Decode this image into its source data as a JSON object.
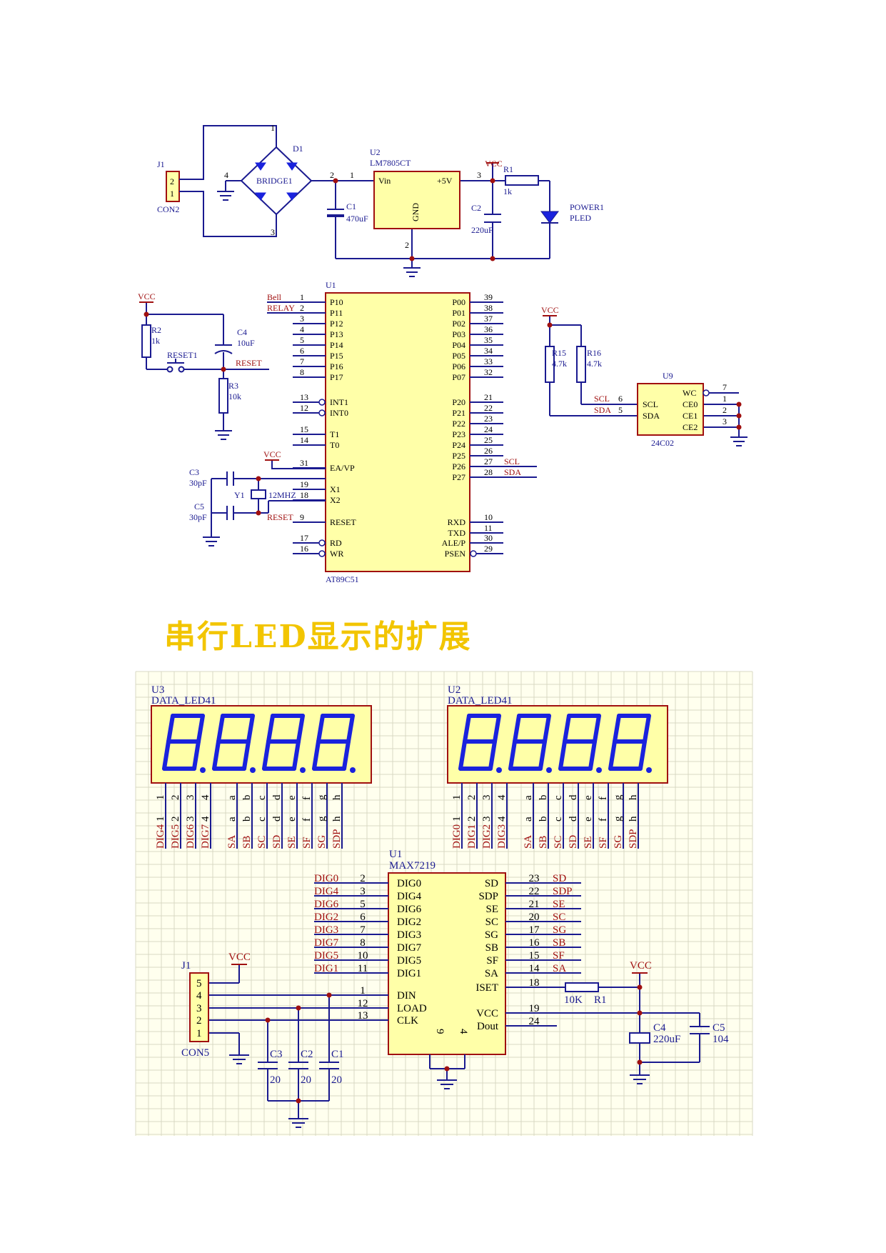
{
  "colors": {
    "wire": "#1a1a90",
    "red": "#a01010",
    "body": "#ffffa8",
    "grid": "#d8d8c4",
    "gridBg": "#ffffee",
    "digit": "#1a22dd",
    "heading": "#f2c500"
  },
  "heading": "串行LED显示的扩展",
  "top": {
    "j1": {
      "ref": "J1",
      "name": "CON2",
      "pins": [
        "2",
        "1"
      ]
    },
    "d1": {
      "ref": "D1",
      "name": "BRIDGE1",
      "pins": [
        "1",
        "2",
        "3",
        "4"
      ]
    },
    "u2": {
      "ref": "U2",
      "name": "LM7805CT",
      "vin": "Vin",
      "out": "+5V",
      "gnd": "GND",
      "pins": [
        "1",
        "2",
        "3"
      ]
    },
    "c1": {
      "ref": "C1",
      "value": "470uF"
    },
    "c2": {
      "ref": "C2",
      "value": "220uF"
    },
    "r1": {
      "ref": "R1",
      "value": "1k"
    },
    "led": {
      "ref": "POWER1",
      "name": "PLED"
    },
    "vcc": "VCC"
  },
  "mcu": {
    "ref": "U1",
    "name": "AT89C51",
    "left_pins": [
      {
        "num": "1",
        "name": "P10",
        "net": "Bell"
      },
      {
        "num": "2",
        "name": "P11",
        "net": "RELAY"
      },
      {
        "num": "3",
        "name": "P12",
        "net": ""
      },
      {
        "num": "4",
        "name": "P13",
        "net": ""
      },
      {
        "num": "5",
        "name": "P14",
        "net": ""
      },
      {
        "num": "6",
        "name": "P15",
        "net": ""
      },
      {
        "num": "7",
        "name": "P16",
        "net": ""
      },
      {
        "num": "8",
        "name": "P17",
        "net": ""
      },
      {
        "num": "13",
        "name": "INT1",
        "net": ""
      },
      {
        "num": "12",
        "name": "INT0",
        "net": ""
      },
      {
        "num": "15",
        "name": "T1",
        "net": ""
      },
      {
        "num": "14",
        "name": "T0",
        "net": ""
      },
      {
        "num": "31",
        "name": "EA/VP",
        "net": ""
      },
      {
        "num": "19",
        "name": "X1",
        "net": ""
      },
      {
        "num": "18",
        "name": "X2",
        "net": ""
      },
      {
        "num": "9",
        "name": "RESET",
        "net": "RESET"
      },
      {
        "num": "17",
        "name": "RD",
        "net": ""
      },
      {
        "num": "16",
        "name": "WR",
        "net": ""
      }
    ],
    "right_pins": [
      {
        "num": "39",
        "name": "P00",
        "net": ""
      },
      {
        "num": "38",
        "name": "P01",
        "net": ""
      },
      {
        "num": "37",
        "name": "P02",
        "net": ""
      },
      {
        "num": "36",
        "name": "P03",
        "net": ""
      },
      {
        "num": "35",
        "name": "P04",
        "net": ""
      },
      {
        "num": "34",
        "name": "P05",
        "net": ""
      },
      {
        "num": "33",
        "name": "P06",
        "net": ""
      },
      {
        "num": "32",
        "name": "P07",
        "net": ""
      },
      {
        "num": "21",
        "name": "P20",
        "net": ""
      },
      {
        "num": "22",
        "name": "P21",
        "net": ""
      },
      {
        "num": "23",
        "name": "P22",
        "net": ""
      },
      {
        "num": "24",
        "name": "P23",
        "net": ""
      },
      {
        "num": "25",
        "name": "P24",
        "net": ""
      },
      {
        "num": "26",
        "name": "P25",
        "net": ""
      },
      {
        "num": "27",
        "name": "P26",
        "net": "SCL"
      },
      {
        "num": "28",
        "name": "P27",
        "net": "SDA"
      },
      {
        "num": "10",
        "name": "RXD",
        "net": ""
      },
      {
        "num": "11",
        "name": "TXD",
        "net": ""
      },
      {
        "num": "30",
        "name": "ALE/P",
        "net": ""
      },
      {
        "num": "29",
        "name": "PSEN",
        "net": ""
      }
    ],
    "reset": {
      "r2": {
        "ref": "R2",
        "value": "1k"
      },
      "c4": {
        "ref": "C4",
        "value": "10uF"
      },
      "sw": "RESET1",
      "net": "RESET",
      "r3": {
        "ref": "R3",
        "value": "10k"
      },
      "vcc": "VCC"
    },
    "osc": {
      "c3": {
        "ref": "C3",
        "value": "30pF"
      },
      "c5": {
        "ref": "C5",
        "value": "30pF"
      },
      "y1": {
        "ref": "Y1",
        "value": "12MHZ"
      }
    }
  },
  "eeprom": {
    "ref": "U9",
    "name": "24C02",
    "r15": {
      "ref": "R15",
      "value": "4.7k"
    },
    "r16": {
      "ref": "R16",
      "value": "4.7k"
    },
    "vcc": "VCC",
    "left_pins": [
      {
        "num": "6",
        "name": "SCL",
        "net": "SCL"
      },
      {
        "num": "5",
        "name": "SDA",
        "net": "SDA"
      }
    ],
    "right_pins": [
      {
        "num": "7",
        "name": "WC"
      },
      {
        "num": "1",
        "name": "CE0"
      },
      {
        "num": "2",
        "name": "CE1"
      },
      {
        "num": "3",
        "name": "CE2"
      }
    ]
  },
  "bottom": {
    "u3": {
      "ref": "U3",
      "name": "DATA_LED41",
      "pins": [
        "1",
        "2",
        "3",
        "4",
        "a",
        "b",
        "c",
        "d",
        "e",
        "f",
        "g",
        "h"
      ],
      "nets": [
        "DIG4",
        "DIG5",
        "DIG6",
        "DIG7",
        "SA",
        "SB",
        "SC",
        "SD",
        "SE",
        "SF",
        "SG",
        "SDP"
      ]
    },
    "u2": {
      "ref": "U2",
      "name": "DATA_LED41",
      "pins": [
        "1",
        "2",
        "3",
        "4",
        "a",
        "b",
        "c",
        "d",
        "e",
        "f",
        "g",
        "h"
      ],
      "nets": [
        "DIG0",
        "DIG1",
        "DIG2",
        "DIG3",
        "SA",
        "SB",
        "SC",
        "SD",
        "SE",
        "SF",
        "SG",
        "SDP"
      ]
    },
    "driver": {
      "ref": "U1",
      "name": "MAX7219",
      "left": [
        {
          "net": "DIG0",
          "num": "2",
          "name": "DIG0"
        },
        {
          "net": "DIG4",
          "num": "3",
          "name": "DIG4"
        },
        {
          "net": "DIG6",
          "num": "5",
          "name": "DIG6"
        },
        {
          "net": "DIG2",
          "num": "6",
          "name": "DIG2"
        },
        {
          "net": "DIG3",
          "num": "7",
          "name": "DIG3"
        },
        {
          "net": "DIG7",
          "num": "8",
          "name": "DIG7"
        },
        {
          "net": "DIG5",
          "num": "10",
          "name": "DIG5"
        },
        {
          "net": "DIG1",
          "num": "11",
          "name": "DIG1"
        },
        {
          "net": "",
          "num": "1",
          "name": "DIN"
        },
        {
          "net": "",
          "num": "12",
          "name": "LOAD"
        },
        {
          "net": "",
          "num": "13",
          "name": "CLK"
        }
      ],
      "right": [
        {
          "name": "SD",
          "num": "23",
          "net": "SD"
        },
        {
          "name": "SDP",
          "num": "22",
          "net": "SDP"
        },
        {
          "name": "SE",
          "num": "21",
          "net": "SE"
        },
        {
          "name": "SC",
          "num": "20",
          "net": "SC"
        },
        {
          "name": "SG",
          "num": "17",
          "net": "SG"
        },
        {
          "name": "SB",
          "num": "16",
          "net": "SB"
        },
        {
          "name": "SF",
          "num": "15",
          "net": "SF"
        },
        {
          "name": "SA",
          "num": "14",
          "net": "SA"
        },
        {
          "name": "ISET",
          "num": "18",
          "net": ""
        },
        {
          "name": "VCC",
          "num": "19",
          "net": ""
        },
        {
          "name": "Dout",
          "num": "24",
          "net": ""
        }
      ],
      "bottom_pins": [
        "9",
        "4"
      ]
    },
    "j1": {
      "ref": "J1",
      "name": "CON5",
      "pins": [
        "5",
        "4",
        "3",
        "2",
        "1"
      ]
    },
    "caps": [
      {
        "ref": "C3",
        "value": "20"
      },
      {
        "ref": "C2",
        "value": "20"
      },
      {
        "ref": "C1",
        "value": "20"
      }
    ],
    "r1": {
      "ref": "R1",
      "value": "10K"
    },
    "c4": {
      "ref": "C4",
      "value": "220uF"
    },
    "c5": {
      "ref": "C5",
      "value": "104"
    },
    "vcc": "VCC"
  }
}
